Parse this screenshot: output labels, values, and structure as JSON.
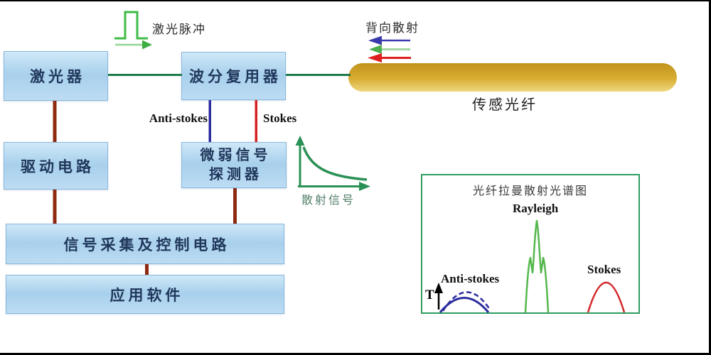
{
  "labels": {
    "laser_pulse": "激光脉冲",
    "backscatter": "背向散射",
    "sensing_fiber": "传感光纤",
    "anti_stokes": "Anti-stokes",
    "stokes": "Stokes",
    "scatter_signal": "散射信号"
  },
  "boxes": {
    "laser": "激光器",
    "wdm": "波分复用器",
    "driver": "驱动电路",
    "detector_line1": "微弱信号",
    "detector_line2": "探测器",
    "acquisition": "信号采集及控制电路",
    "software": "应用软件"
  },
  "spectrum": {
    "title": "光纤拉曼散射光谱图",
    "rayleigh": "Rayleigh",
    "anti_stokes": "Anti-stokes",
    "stokes": "Stokes",
    "temperature": "T"
  },
  "colors": {
    "box_fill_light": "#cfe8f8",
    "box_fill_mid": "#a8d0ec",
    "box_border": "#8ab8dc",
    "fiber_gold_dark": "#c1931b",
    "fiber_gold_light": "#eed781",
    "link_green": "#1e7a4a",
    "pulse_green": "#3fbb47",
    "connector_dark_red": "#8e2a12",
    "anti_stokes_blue": "#2c2c9e",
    "stokes_red": "#d42020",
    "spectrum_border_green": "#2e9e60",
    "rayleigh_green": "#55b84e",
    "backscatter_blue": "#3a3aad",
    "backscatter_green": "#4fae4f",
    "backscatter_red": "#df1f1f"
  }
}
